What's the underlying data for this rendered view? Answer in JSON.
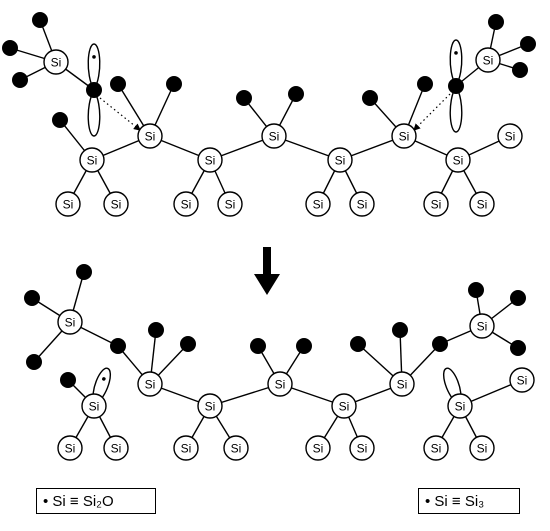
{
  "atom_label": "Si",
  "legend": {
    "left": "• Si ≡ Si₂O",
    "right": "• Si ≡ Si₃"
  },
  "colors": {
    "oxygen": "#000000",
    "silicon": "#ffffff",
    "stroke": "#000000"
  }
}
